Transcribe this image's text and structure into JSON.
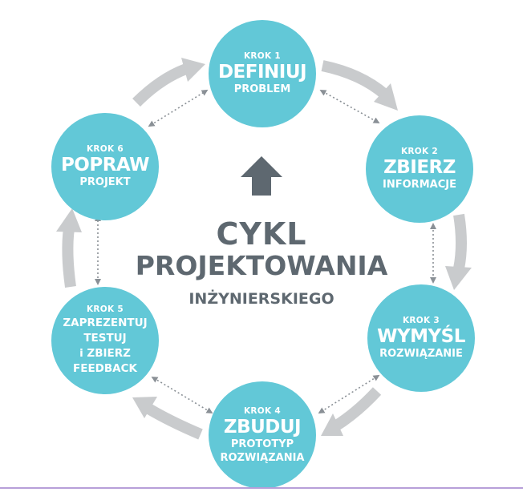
{
  "center": {
    "line1": "CYKL",
    "line2": "PROJEKTOWANIA",
    "line3": "INŻYNIERSKIEGO"
  },
  "steps": [
    {
      "krok": "KROK 1",
      "title": "DEFINIUJ",
      "lines": [
        "PROBLEM"
      ]
    },
    {
      "krok": "KROK 2",
      "title": "ZBIERZ",
      "lines": [
        "INFORMACJE"
      ]
    },
    {
      "krok": "KROK 3",
      "title": "WYMYŚL",
      "lines": [
        "ROZWIĄZANIE"
      ]
    },
    {
      "krok": "KROK 4",
      "title": "ZBUDUJ",
      "lines": [
        "PROTOTYP",
        "ROZWIĄZANIA"
      ]
    },
    {
      "krok": "KROK 5",
      "title": "",
      "lines": [
        "ZAPREZENTUJ",
        "TESTUJ",
        "i ZBIERZ",
        "FEEDBACK"
      ]
    },
    {
      "krok": "KROK 6",
      "title": "POPRAW",
      "lines": [
        "PROJEKT"
      ]
    }
  ],
  "colors": {
    "circle": "#62c8d7",
    "arrow": "#c9cbcd",
    "center_text": "#5e6870",
    "dotted": "#8a9096"
  }
}
